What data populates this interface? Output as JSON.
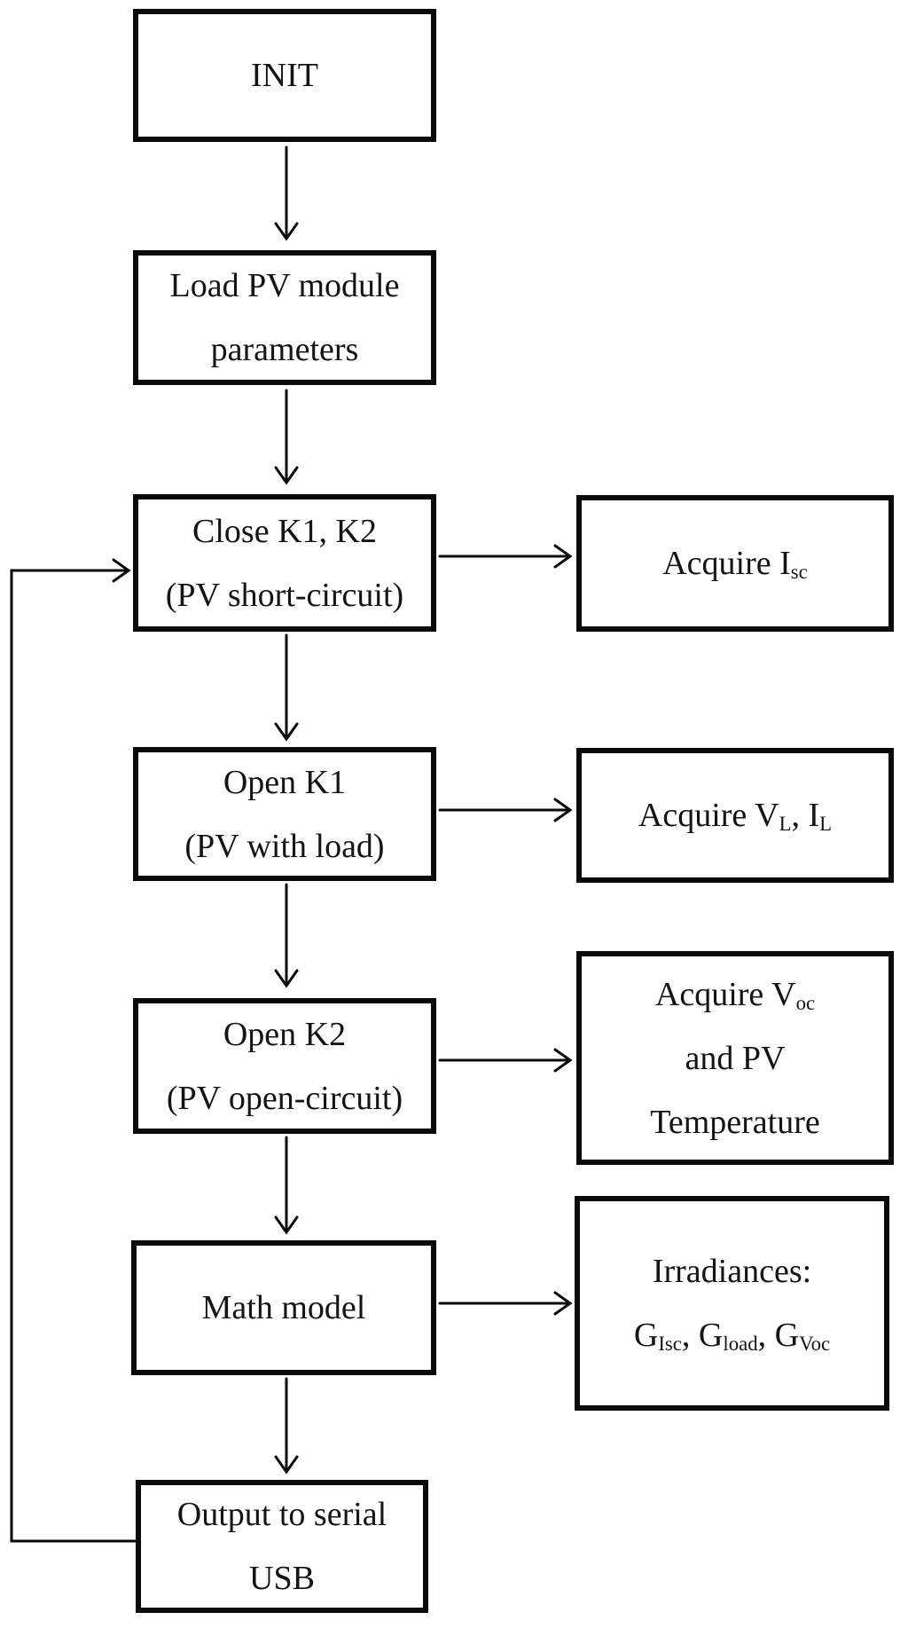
{
  "page": {
    "background_color": "#ffffff",
    "line_color": "#0a0a0a",
    "text_color": "#141414"
  },
  "diagram": {
    "type": "flowchart",
    "nodes": {
      "init": {
        "id": "init",
        "lines": [
          [
            {
              "t": "INIT"
            }
          ]
        ]
      },
      "load_pv_params": {
        "id": "load_pv_params",
        "lines": [
          [
            {
              "t": "Load PV module"
            }
          ],
          [
            {
              "t": "parameters"
            }
          ]
        ]
      },
      "close_k1_k2": {
        "id": "close_k1_k2",
        "lines": [
          [
            {
              "t": "Close K1, K2"
            }
          ],
          [
            {
              "t": "(PV short-circuit)"
            }
          ]
        ]
      },
      "acquire_isc": {
        "id": "acquire_isc",
        "lines": [
          [
            {
              "t": "Acquire I"
            },
            {
              "t": "sc",
              "sub": true
            }
          ]
        ]
      },
      "open_k1": {
        "id": "open_k1",
        "lines": [
          [
            {
              "t": "Open K1"
            }
          ],
          [
            {
              "t": "(PV with load)"
            }
          ]
        ]
      },
      "acquire_vl_il": {
        "id": "acquire_vl_il",
        "lines": [
          [
            {
              "t": "Acquire V"
            },
            {
              "t": "L",
              "sub": true
            },
            {
              "t": ", I"
            },
            {
              "t": "L",
              "sub": true
            }
          ]
        ]
      },
      "open_k2": {
        "id": "open_k2",
        "lines": [
          [
            {
              "t": "Open K2"
            }
          ],
          [
            {
              "t": "(PV open-circuit)"
            }
          ]
        ]
      },
      "acquire_voc_temp": {
        "id": "acquire_voc_temp",
        "lines": [
          [
            {
              "t": "Acquire V"
            },
            {
              "t": "oc",
              "sub": true
            }
          ],
          [
            {
              "t": "and PV"
            }
          ],
          [
            {
              "t": "Temperature"
            }
          ]
        ]
      },
      "math_model": {
        "id": "math_model",
        "lines": [
          [
            {
              "t": "Math model"
            }
          ]
        ]
      },
      "irradiances": {
        "id": "irradiances",
        "lines": [
          [
            {
              "t": "Irradiances:"
            }
          ],
          [
            {
              "t": "G"
            },
            {
              "t": "Isc",
              "sub": true
            },
            {
              "t": ", G"
            },
            {
              "t": "load",
              "sub": true
            },
            {
              "t": ", G"
            },
            {
              "t": "Voc",
              "sub": true
            }
          ]
        ]
      },
      "output_serial_usb": {
        "id": "output_serial_usb",
        "lines": [
          [
            {
              "t": "Output to serial"
            }
          ],
          [
            {
              "t": "USB"
            }
          ]
        ]
      }
    },
    "edges": [
      {
        "from": "init",
        "to": "load_pv_params",
        "kind": "arrow-down"
      },
      {
        "from": "load_pv_params",
        "to": "close_k1_k2",
        "kind": "arrow-down"
      },
      {
        "from": "close_k1_k2",
        "to": "acquire_isc",
        "kind": "arrow-right"
      },
      {
        "from": "close_k1_k2",
        "to": "open_k1",
        "kind": "arrow-down"
      },
      {
        "from": "open_k1",
        "to": "acquire_vl_il",
        "kind": "arrow-right"
      },
      {
        "from": "open_k1",
        "to": "open_k2",
        "kind": "arrow-down"
      },
      {
        "from": "open_k2",
        "to": "acquire_voc_temp",
        "kind": "arrow-right"
      },
      {
        "from": "open_k2",
        "to": "math_model",
        "kind": "arrow-down"
      },
      {
        "from": "math_model",
        "to": "irradiances",
        "kind": "arrow-right"
      },
      {
        "from": "math_model",
        "to": "output_serial_usb",
        "kind": "arrow-down"
      },
      {
        "from": "output_serial_usb",
        "to": "close_k1_k2",
        "kind": "feedback-loop-left"
      }
    ]
  }
}
